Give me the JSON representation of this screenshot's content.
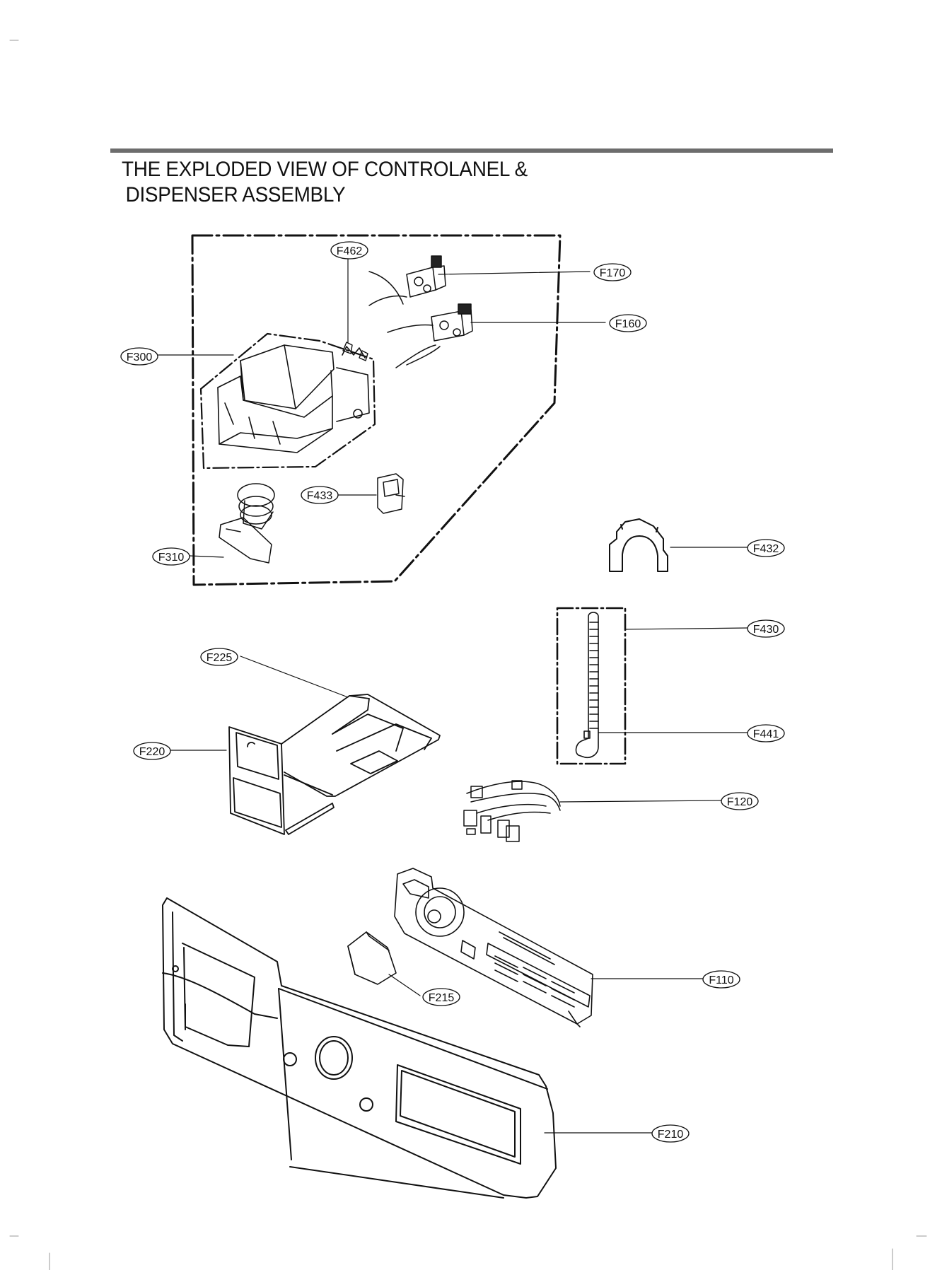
{
  "title": {
    "line1": "THE EXPLODED VIEW OF CONTROLANEL &",
    "line2": "DISPENSER ASSEMBLY"
  },
  "parts": {
    "F462": "F462",
    "F170": "F170",
    "F160": "F160",
    "F300": "F300",
    "F433": "F433",
    "F310": "F310",
    "F432": "F432",
    "F430": "F430",
    "F441": "F441",
    "F225": "F225",
    "F220": "F220",
    "F120": "F120",
    "F110": "F110",
    "F215": "F215",
    "F210": "F210"
  },
  "colors": {
    "rule": "#6d6d6d",
    "ink": "#111111"
  }
}
